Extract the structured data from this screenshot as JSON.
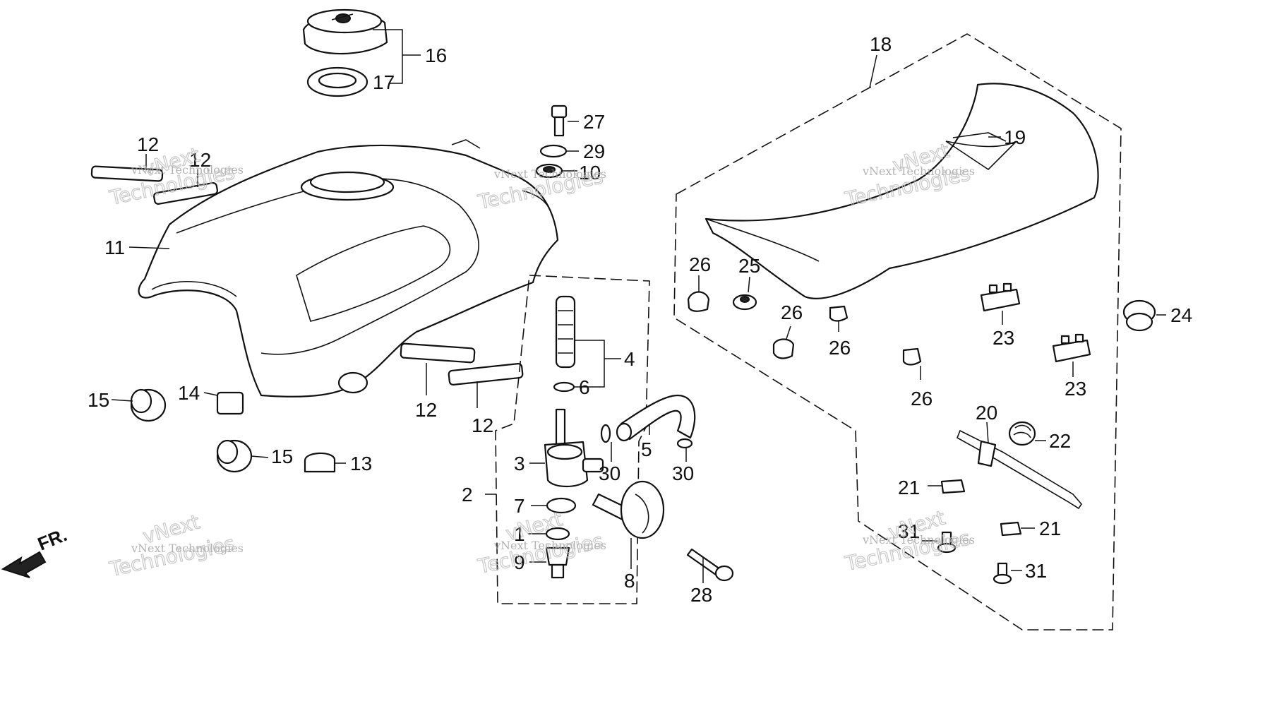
{
  "watermark": {
    "line1": "vNext Technologies",
    "line2": "Technologies",
    "line3": "vNext"
  },
  "direction_label": "FR.",
  "callouts": {
    "c1": "16",
    "c2": "17",
    "c3": "27",
    "c4": "29",
    "c5": "10",
    "c6": "12",
    "c7": "12",
    "c8": "11",
    "c9": "15",
    "c10": "14",
    "c11": "15",
    "c12": "13",
    "c13": "12",
    "c14": "12",
    "c15": "4",
    "c16": "6",
    "c17": "3",
    "c18": "2",
    "c19": "7",
    "c20": "1",
    "c21": "9",
    "c22": "5",
    "c23": "30",
    "c24": "30",
    "c25": "8",
    "c26": "28",
    "c27": "18",
    "c28": "19",
    "c29": "26",
    "c30": "25",
    "c31": "26",
    "c32": "26",
    "c33": "26",
    "c34": "23",
    "c35": "23",
    "c36": "24",
    "c37": "20",
    "c38": "22",
    "c39": "21",
    "c40": "21",
    "c41": "31",
    "c42": "31"
  },
  "colors": {
    "line": "#111111",
    "watermark": "#999999",
    "background": "#ffffff"
  }
}
